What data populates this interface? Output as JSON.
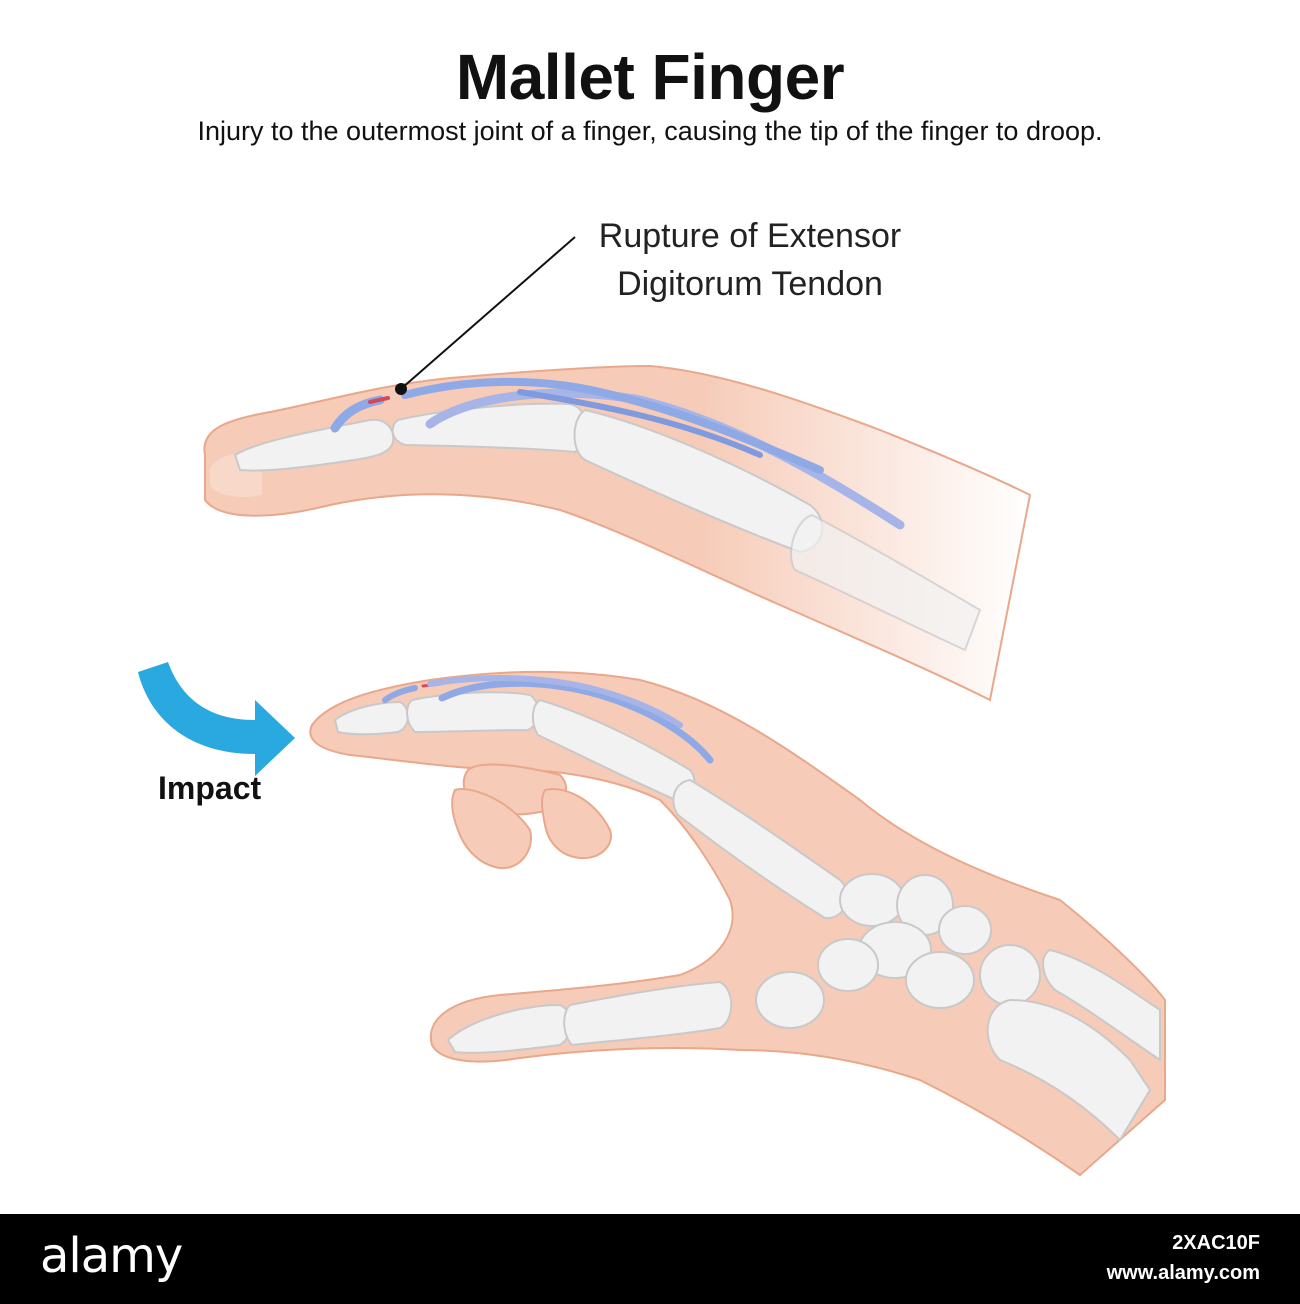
{
  "title": "Mallet Finger",
  "subtitle": "Injury to the outermost joint of a finger, causing the tip of the finger to droop.",
  "callout": {
    "line1": "Rupture of Extensor",
    "line2": "Digitorum Tendon"
  },
  "impact_label": "Impact",
  "footer": {
    "logo": "alamy",
    "image_id": "2XAC10F",
    "site": "www.alamy.com"
  },
  "colors": {
    "skin": "#f6cbb8",
    "skin_outline": "#e8a88c",
    "bone": "#f2f2f2",
    "bone_outline": "#c9c9c9",
    "tendon": "#8fa9e6",
    "tendon_outline": "#6f8fdc",
    "arrow": "#2aa8e0",
    "rupture": "#d24a5a"
  }
}
